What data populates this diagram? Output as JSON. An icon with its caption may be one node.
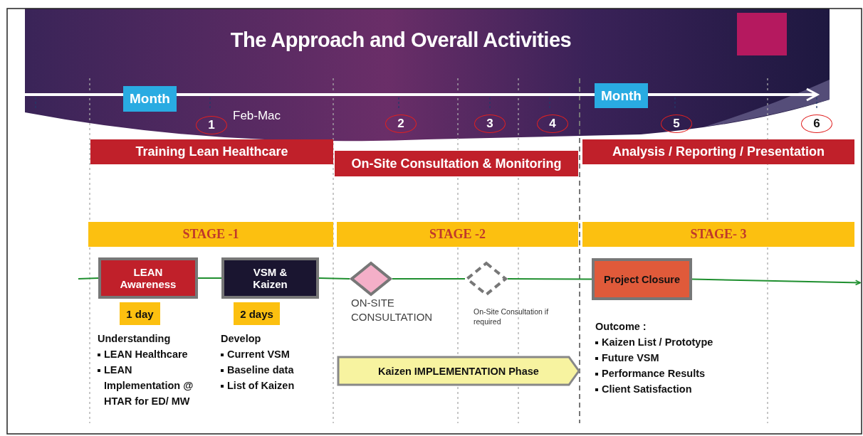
{
  "diagram": {
    "title": "The Approach and Overall  Activities",
    "nodes": [
      {
        "text": [
          "Month"
        ]
      },
      {
        "text": [
          "1"
        ],
        "beside": [
          "Feb-Mac"
        ]
      },
      {
        "text": [
          "2"
        ]
      },
      {
        "text": [
          "3"
        ]
      },
      {
        "text": [
          "4"
        ]
      },
      {
        "text": [
          "Month"
        ]
      },
      {
        "text": [
          "5"
        ]
      },
      {
        "text": [
          "6"
        ]
      },
      {
        "text": [
          "Training Lean Healthcare"
        ]
      },
      {
        "text": [
          "On-Site Consultation & Monitoring"
        ]
      },
      {
        "text": [
          "Analysis / Reporting / Presentation"
        ]
      },
      {
        "text": [
          "STAGE -1"
        ]
      },
      {
        "text": [
          "STAGE -2"
        ]
      },
      {
        "text": [
          "STAGE- 3"
        ]
      },
      {
        "text": [
          "LEAN Awareness"
        ]
      },
      {
        "text": [
          "VSM & Kaizen"
        ]
      },
      {
        "text": [],
        "shape": "diamond",
        "beside": [
          "ON-SITE CONSULTATION"
        ]
      },
      {
        "text": [],
        "shape": "diamond",
        "beside": [
          "On-Site Consultation if required"
        ]
      },
      {
        "text": [
          "Project Closure"
        ]
      },
      {
        "text": [
          "1 day"
        ]
      },
      {
        "text": [
          "2 days"
        ]
      },
      {
        "text": [
          "Kaizen IMPLEMENTATION Phase"
        ]
      }
    ],
    "edges": [
      {
        "from": null,
        "to": 14,
        "arrow": "none"
      },
      {
        "from": 14,
        "to": 15,
        "arrow": "none"
      },
      {
        "from": 15,
        "to": 16,
        "arrow": "none"
      },
      {
        "from": 16,
        "to": 17,
        "arrow": "none"
      },
      {
        "from": 17,
        "to": 18,
        "arrow": "none"
      },
      {
        "from": 18,
        "to": null,
        "arrow": "to"
      }
    ],
    "labels": [
      "Understanding",
      "LEAN Healthcare",
      "LEAN Implementation @ HTAR  for ED/ MW",
      "Develop",
      "Current VSM",
      "Baseline data",
      "List of Kaizen",
      "Outcome :",
      "Kaizen List / Prototype",
      "Future VSM",
      "Performance Results",
      "Client Satisfaction"
    ]
  }
}
